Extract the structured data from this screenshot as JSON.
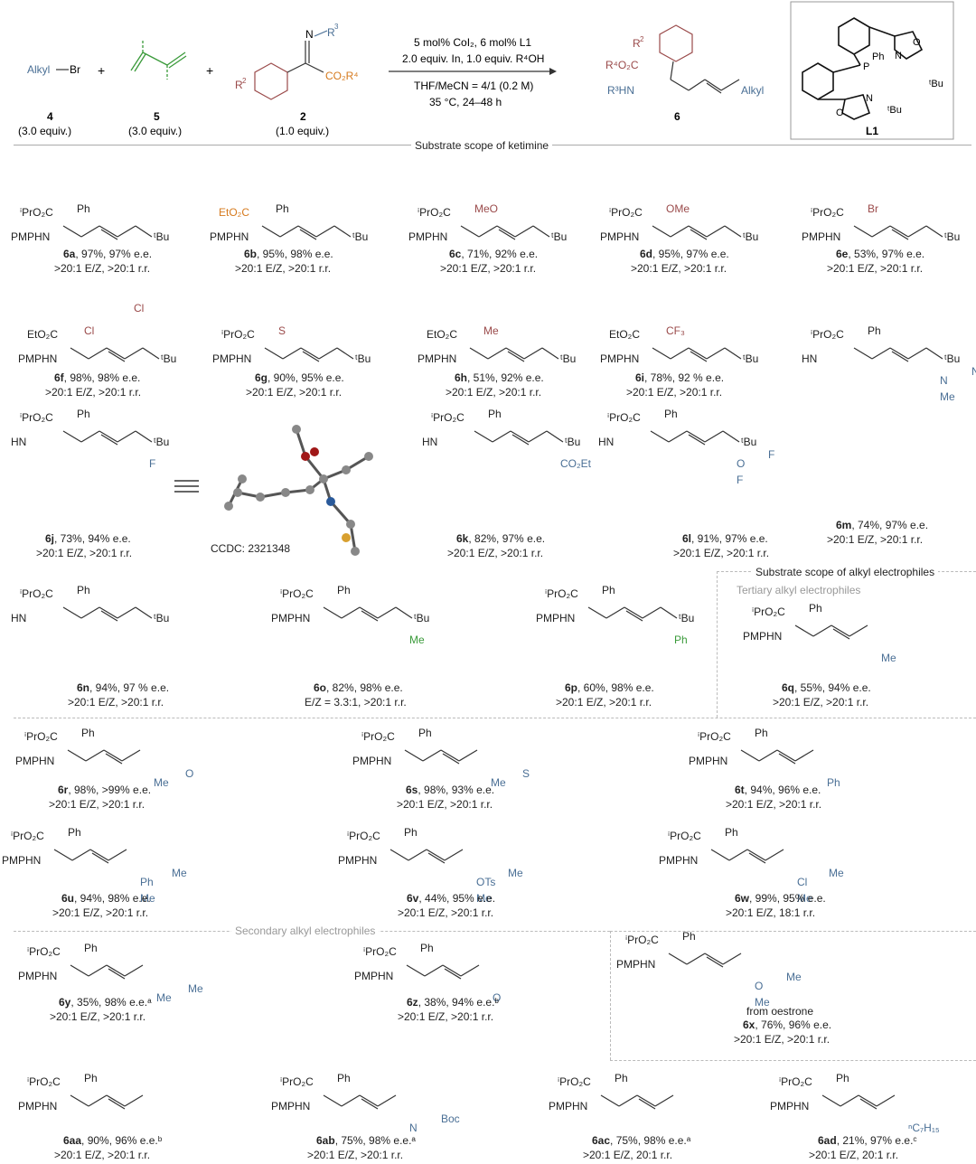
{
  "scheme": {
    "reagents": {
      "alkyl_bromide": {
        "label": "Alkyl",
        "halide": "Br",
        "number": "4",
        "equiv": "(3.0 equiv.)"
      },
      "diene": {
        "number": "5",
        "equiv": "(3.0 equiv.)"
      },
      "ketimine": {
        "number": "2",
        "equiv": "(1.0 equiv.)",
        "r2": "R",
        "r3": "R",
        "r4": "CO₂R⁴"
      },
      "plus": "+"
    },
    "conditions": {
      "line1": "5 mol% CoI₂, 6 mol% L1",
      "line2": "2.0 equiv. In, 1.0 equiv. R⁴OH",
      "line3": "THF/MeCN = 4/1 (0.2 M)",
      "line4": "35 °C, 24–48 h"
    },
    "product": {
      "number": "6",
      "alkyl": "Alkyl"
    },
    "ligand": {
      "name": "L1",
      "ph": "Ph",
      "tbu": "ᵗBu"
    }
  },
  "sections": {
    "ketimine": "Substrate scope of ketimine",
    "electrophiles": "Substrate scope of alkyl electrophiles",
    "tertiary": "Tertiary alkyl electrophiles",
    "secondary": "Secondary alkyl electrophiles"
  },
  "xray": {
    "ccdc": "CCDC: 2321348"
  },
  "compounds": [
    {
      "id": "6a",
      "ester": "ⁱPrO₂C",
      "aryl": "Ph",
      "amine": "PMPHN",
      "tail": "ᵗBu",
      "line1": ", 97%, 97% e.e.",
      "line2": ">20:1 E/Z, >20:1 r.r."
    },
    {
      "id": "6b",
      "ester": "EtO₂C",
      "aryl": "Ph",
      "amine": "PMPHN",
      "tail": "ᵗBu",
      "line1": ", 95%, 98% e.e.",
      "line2": ">20:1 E/Z, >20:1 r.r."
    },
    {
      "id": "6c",
      "ester": "ⁱPrO₂C",
      "aryl": "MeO",
      "amine": "PMPHN",
      "tail": "ᵗBu",
      "line1": ", 71%, 92% e.e.",
      "line2": ">20:1 E/Z, >20:1 r.r."
    },
    {
      "id": "6d",
      "ester": "ⁱPrO₂C",
      "aryl": "OMe",
      "amine": "PMPHN",
      "tail": "ᵗBu",
      "line1": ", 95%, 97% e.e.",
      "line2": ">20:1 E/Z, >20:1 r.r."
    },
    {
      "id": "6e",
      "ester": "ⁱPrO₂C",
      "aryl": "Br",
      "amine": "PMPHN",
      "tail": "ᵗBu",
      "line1": ", 53%, 97% e.e.",
      "line2": ">20:1 E/Z, >20:1 r.r."
    },
    {
      "id": "6f",
      "ester": "EtO₂C",
      "aryl": "Cl",
      "aryl2": "Cl",
      "amine": "PMPHN",
      "tail": "ᵗBu",
      "line1": ", 98%, 98% e.e.",
      "line2": ">20:1 E/Z, >20:1 r.r."
    },
    {
      "id": "6g",
      "ester": "ⁱPrO₂C",
      "aryl": "S",
      "amine": "PMPHN",
      "tail": "ᵗBu",
      "line1": ", 90%, 95% e.e.",
      "line2": ">20:1 E/Z, >20:1 r.r."
    },
    {
      "id": "6h",
      "ester": "EtO₂C",
      "aryl": "Me",
      "amine": "PMPHN",
      "tail": "ᵗBu",
      "line1": ", 51%, 92% e.e.",
      "line2": ">20:1 E/Z, >20:1 r.r."
    },
    {
      "id": "6i",
      "ester": "EtO₂C",
      "aryl": "CF₃",
      "amine": "PMPHN",
      "tail": "ᵗBu",
      "line1": ", 78%, 92 % e.e.",
      "line2": ">20:1 E/Z, >20:1 r.r."
    },
    {
      "id": "6j",
      "ester": "ⁱPrO₂C",
      "aryl": "Ph",
      "amine": "HN",
      "sub": "F",
      "tail": "ᵗBu",
      "line1": ", 73%, 94% e.e.",
      "line2": ">20:1 E/Z, >20:1 r.r."
    },
    {
      "id": "6k",
      "ester": "ⁱPrO₂C",
      "aryl": "Ph",
      "amine": "HN",
      "sub": "CO₂Et",
      "tail": "ᵗBu",
      "line1": ", 82%, 97% e.e.",
      "line2": ">20:1 E/Z, >20:1 r.r."
    },
    {
      "id": "6l",
      "ester": "ⁱPrO₂C",
      "aryl": "Ph",
      "amine": "HN",
      "sub": "O",
      "sub2": "F",
      "sub3": "F",
      "tail": "ᵗBu",
      "line1": ", 91%, 97% e.e.",
      "line2": ">20:1 E/Z, >20:1 r.r."
    },
    {
      "id": "6m",
      "ester": "ⁱPrO₂C",
      "aryl": "Ph",
      "amine": "HN",
      "sub": "N",
      "sub2": "N",
      "sub3": "Me",
      "tail": "ᵗBu",
      "line1": ", 74%, 97% e.e.",
      "line2": ">20:1 E/Z, >20:1 r.r."
    },
    {
      "id": "6n",
      "ester": "ⁱPrO₂C",
      "aryl": "Ph",
      "amine": "HN",
      "tail": "ᵗBu",
      "line1": ", 94%, 97 % e.e.",
      "line2": ">20:1 E/Z, >20:1 r.r."
    },
    {
      "id": "6o",
      "ester": "ⁱPrO₂C",
      "aryl": "Ph",
      "amine": "PMPHN",
      "tail": "ᵗBu",
      "sub": "Me",
      "line1": ", 82%, 98% e.e.",
      "line2": "E/Z = 3.3:1, >20:1 r.r."
    },
    {
      "id": "6p",
      "ester": "ⁱPrO₂C",
      "aryl": "Ph",
      "amine": "PMPHN",
      "tail": "ᵗBu",
      "sub": "Ph",
      "line1": ", 60%, 98% e.e.",
      "line2": ">20:1 E/Z, >20:1 r.r."
    },
    {
      "id": "6q",
      "ester": "ⁱPrO₂C",
      "aryl": "Ph",
      "amine": "PMPHN",
      "sub": "Me",
      "line1": ", 55%, 94% e.e.",
      "line2": ">20:1 E/Z, >20:1 r.r."
    },
    {
      "id": "6r",
      "ester": "ⁱPrO₂C",
      "aryl": "Ph",
      "amine": "PMPHN",
      "sub": "Me",
      "sub2": "O",
      "line1": ", 98%, >99% e.e.",
      "line2": ">20:1 E/Z, >20:1 r.r."
    },
    {
      "id": "6s",
      "ester": "ⁱPrO₂C",
      "aryl": "Ph",
      "amine": "PMPHN",
      "sub": "Me",
      "sub2": "S",
      "line1": ", 98%, 93% e.e.",
      "line2": ">20:1 E/Z, >20:1 r.r."
    },
    {
      "id": "6t",
      "ester": "ⁱPrO₂C",
      "aryl": "Ph",
      "amine": "PMPHN",
      "sub": "Ph",
      "line1": ", 94%, 96% e.e.",
      "line2": ">20:1 E/Z, >20:1 r.r."
    },
    {
      "id": "6u",
      "ester": "ⁱPrO₂C",
      "aryl": "Ph",
      "amine": "PMPHN",
      "sub": "Ph",
      "sub2": "Me",
      "sub3": "Me",
      "line1": ", 94%, 98% e.e.",
      "line2": ">20:1 E/Z, >20:1 r.r."
    },
    {
      "id": "6v",
      "ester": "ⁱPrO₂C",
      "aryl": "Ph",
      "amine": "PMPHN",
      "sub": "OTs",
      "sub2": "Me",
      "sub3": "Me",
      "line1": ", 44%, 95% e.e.",
      "line2": ">20:1 E/Z, >20:1 r.r."
    },
    {
      "id": "6w",
      "ester": "ⁱPrO₂C",
      "aryl": "Ph",
      "amine": "PMPHN",
      "sub": "Cl",
      "sub2": "Me",
      "sub3": "Me",
      "line1": ", 99%, 95% e.e.",
      "line2": ">20:1 E/Z, 18:1 r.r."
    },
    {
      "id": "6y",
      "ester": "ⁱPrO₂C",
      "aryl": "Ph",
      "amine": "PMPHN",
      "sub": "Me",
      "sub2": "Me",
      "line1": ", 35%, 98% e.e.ᵃ",
      "line2": ">20:1 E/Z, >20:1 r.r."
    },
    {
      "id": "6z",
      "ester": "ⁱPrO₂C",
      "aryl": "Ph",
      "amine": "PMPHN",
      "sub": "O",
      "line1": ", 38%, 94% e.e.ᵇ",
      "line2": ">20:1 E/Z, >20:1 r.r."
    },
    {
      "id": "6x",
      "ester": "ⁱPrO₂C",
      "aryl": "Ph",
      "amine": "PMPHN",
      "sub": "O",
      "sub2": "Me",
      "sub3": "Me",
      "note": "from oestrone",
      "line1": ", 76%, 96% e.e.",
      "line2": ">20:1 E/Z, >20:1 r.r."
    },
    {
      "id": "6aa",
      "ester": "ⁱPrO₂C",
      "aryl": "Ph",
      "amine": "PMPHN",
      "line1": ", 90%, 96% e.e.ᵇ",
      "line2": ">20:1 E/Z, >20:1 r.r."
    },
    {
      "id": "6ab",
      "ester": "ⁱPrO₂C",
      "aryl": "Ph",
      "amine": "PMPHN",
      "sub": "N",
      "sub2": "Boc",
      "line1": ", 75%, 98% e.e.ᵃ",
      "line2": ">20:1 E/Z, >20:1 r.r."
    },
    {
      "id": "6ac",
      "ester": "ⁱPrO₂C",
      "aryl": "Ph",
      "amine": "PMPHN",
      "line1": ", 75%, 98% e.e.ᵃ",
      "line2": ">20:1 E/Z, 20:1 r.r."
    },
    {
      "id": "6ad",
      "ester": "ⁱPrO₂C",
      "aryl": "Ph",
      "amine": "PMPHN",
      "sub": "ⁿC₇H₁₅",
      "line1": ", 21%, 97% e.e.ᶜ",
      "line2": ">20:1 E/Z, 20:1 r.r."
    }
  ],
  "colors": {
    "alkyl": "#4a6f95",
    "diene": "#3a9a3a",
    "aryl": "#9a4a4a",
    "ester_alt": "#d67a1e",
    "line": "#333333",
    "dashed": "#bbbbbb"
  }
}
